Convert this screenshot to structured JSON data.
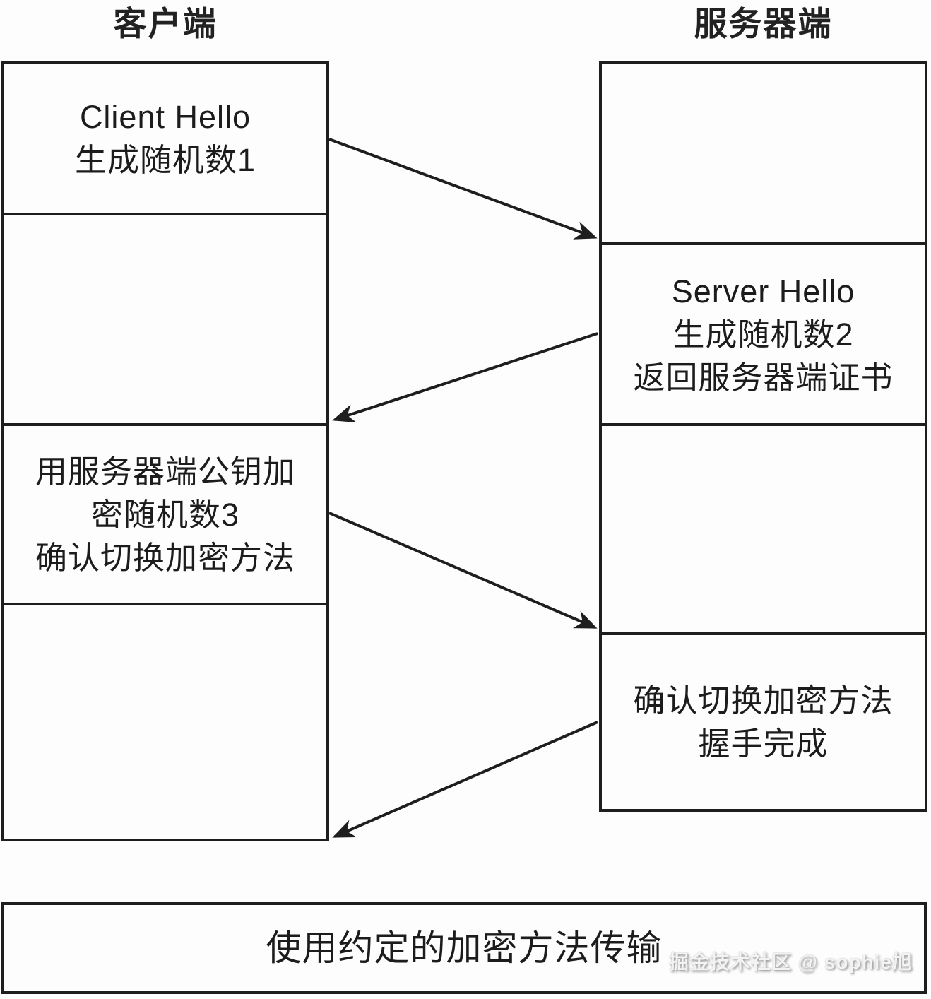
{
  "titles": {
    "client": "客户端",
    "server": "服务器端"
  },
  "client_box": {
    "sections": [
      {
        "name": "client-hello",
        "lines": [
          "Client Hello",
          "生成随机数1"
        ]
      },
      {
        "name": "empty-wait-server-hello",
        "lines": []
      },
      {
        "name": "encrypt-premaster",
        "lines": [
          "用服务器端公钥加",
          "密随机数3",
          "确认切换加密方法"
        ]
      },
      {
        "name": "empty-wait-finish",
        "lines": []
      }
    ]
  },
  "server_box": {
    "sections": [
      {
        "name": "empty-wait-client-hello",
        "lines": []
      },
      {
        "name": "server-hello",
        "lines": [
          "Server Hello",
          "生成随机数2",
          "返回服务器端证书"
        ]
      },
      {
        "name": "empty-wait-premaster",
        "lines": []
      },
      {
        "name": "handshake-finish",
        "lines": [
          "确认切换加密方法",
          "握手完成"
        ]
      }
    ]
  },
  "bottom_bar": {
    "label": "使用约定的加密方法传输"
  },
  "watermark": {
    "text": "掘金技术社区 @ sophie旭"
  },
  "colors": {
    "ink": "#1e1e1e",
    "background": "#fdfdfd",
    "watermark": "#f3f3f3"
  }
}
